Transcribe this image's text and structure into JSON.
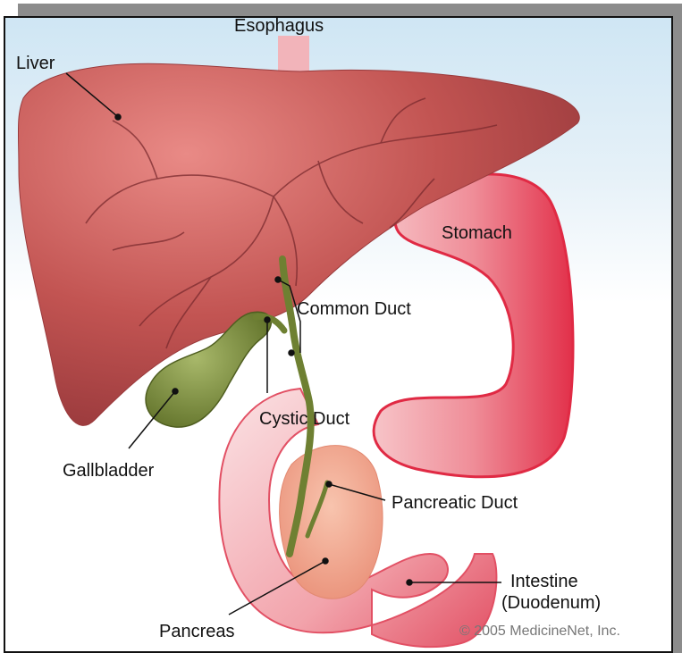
{
  "labels": {
    "esophagus": "Esophagus",
    "liver": "Liver",
    "stomach": "Stomach",
    "common_duct": "Common Duct",
    "cystic_duct": "Cystic Duct",
    "gallbladder": "Gallbladder",
    "pancreatic_duct": "Pancreatic Duct",
    "intestine_line1": "Intestine",
    "intestine_line2": "(Duodenum)",
    "pancreas": "Pancreas"
  },
  "credit": "© 2005 MedicineNet, Inc.",
  "colors": {
    "liver": "#b8494a",
    "stomach": "#e86b78",
    "gallbladder": "#7a8c3a",
    "pancreas": "#f0a88c",
    "background_top": "#cfe6f4"
  }
}
